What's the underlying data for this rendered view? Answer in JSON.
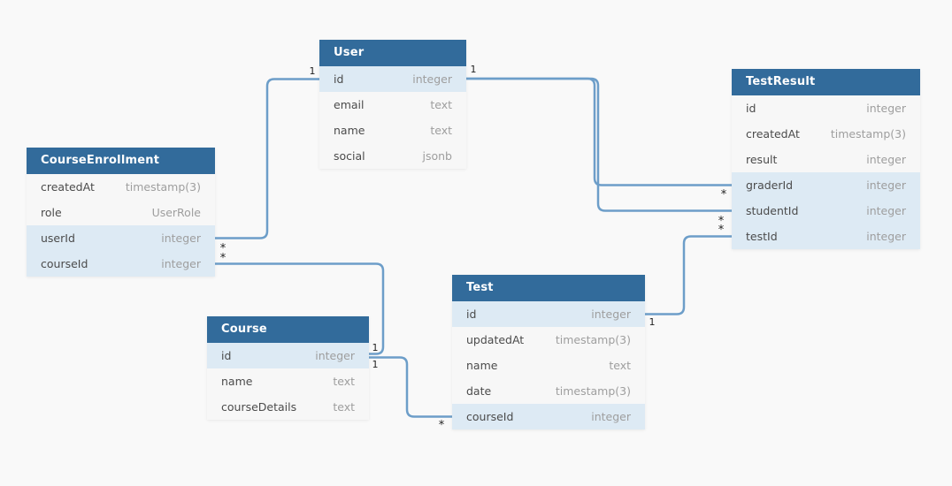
{
  "colors": {
    "background": "#f9f9f9",
    "table_header_bg": "#326b9b",
    "table_header_text": "#ffffff",
    "row_bg": "#f7f7f7",
    "row_highlight_bg": "#ddeaf4",
    "column_name_text": "#4b4b4b",
    "column_type_text": "#9e9e9e",
    "edge": "#6d9ec9",
    "cardinality_text": "#222222"
  },
  "tables": {
    "user": {
      "name": "User",
      "columns": [
        {
          "name": "id",
          "type": "integer",
          "key": true
        },
        {
          "name": "email",
          "type": "text",
          "key": false
        },
        {
          "name": "name",
          "type": "text",
          "key": false
        },
        {
          "name": "social",
          "type": "jsonb",
          "key": false
        }
      ]
    },
    "courseEnrollment": {
      "name": "CourseEnrollment",
      "columns": [
        {
          "name": "createdAt",
          "type": "timestamp(3)",
          "key": false
        },
        {
          "name": "role",
          "type": "UserRole",
          "key": false
        },
        {
          "name": "userId",
          "type": "integer",
          "key": true
        },
        {
          "name": "courseId",
          "type": "integer",
          "key": true
        }
      ]
    },
    "testResult": {
      "name": "TestResult",
      "columns": [
        {
          "name": "id",
          "type": "integer",
          "key": false
        },
        {
          "name": "createdAt",
          "type": "timestamp(3)",
          "key": false
        },
        {
          "name": "result",
          "type": "integer",
          "key": false
        },
        {
          "name": "graderId",
          "type": "integer",
          "key": true
        },
        {
          "name": "studentId",
          "type": "integer",
          "key": true
        },
        {
          "name": "testId",
          "type": "integer",
          "key": true
        }
      ]
    },
    "course": {
      "name": "Course",
      "columns": [
        {
          "name": "id",
          "type": "integer",
          "key": true
        },
        {
          "name": "name",
          "type": "text",
          "key": false
        },
        {
          "name": "courseDetails",
          "type": "text",
          "key": false
        }
      ]
    },
    "test": {
      "name": "Test",
      "columns": [
        {
          "name": "id",
          "type": "integer",
          "key": true
        },
        {
          "name": "updatedAt",
          "type": "timestamp(3)",
          "key": false
        },
        {
          "name": "name",
          "type": "text",
          "key": false
        },
        {
          "name": "date",
          "type": "timestamp(3)",
          "key": false
        },
        {
          "name": "courseId",
          "type": "integer",
          "key": true
        }
      ]
    }
  },
  "relationships": [
    {
      "from": "User.id",
      "to": "CourseEnrollment.userId",
      "from_cardinality": "1",
      "to_cardinality": "*"
    },
    {
      "from": "User.id",
      "to": "TestResult.graderId",
      "from_cardinality": "1",
      "to_cardinality": "*"
    },
    {
      "from": "User.id",
      "to": "TestResult.studentId",
      "from_cardinality": "1",
      "to_cardinality": "*"
    },
    {
      "from": "Course.id",
      "to": "CourseEnrollment.courseId",
      "from_cardinality": "1",
      "to_cardinality": "*"
    },
    {
      "from": "Course.id",
      "to": "Test.courseId",
      "from_cardinality": "1",
      "to_cardinality": "*"
    },
    {
      "from": "Test.id",
      "to": "TestResult.testId",
      "from_cardinality": "1",
      "to_cardinality": "*"
    }
  ]
}
